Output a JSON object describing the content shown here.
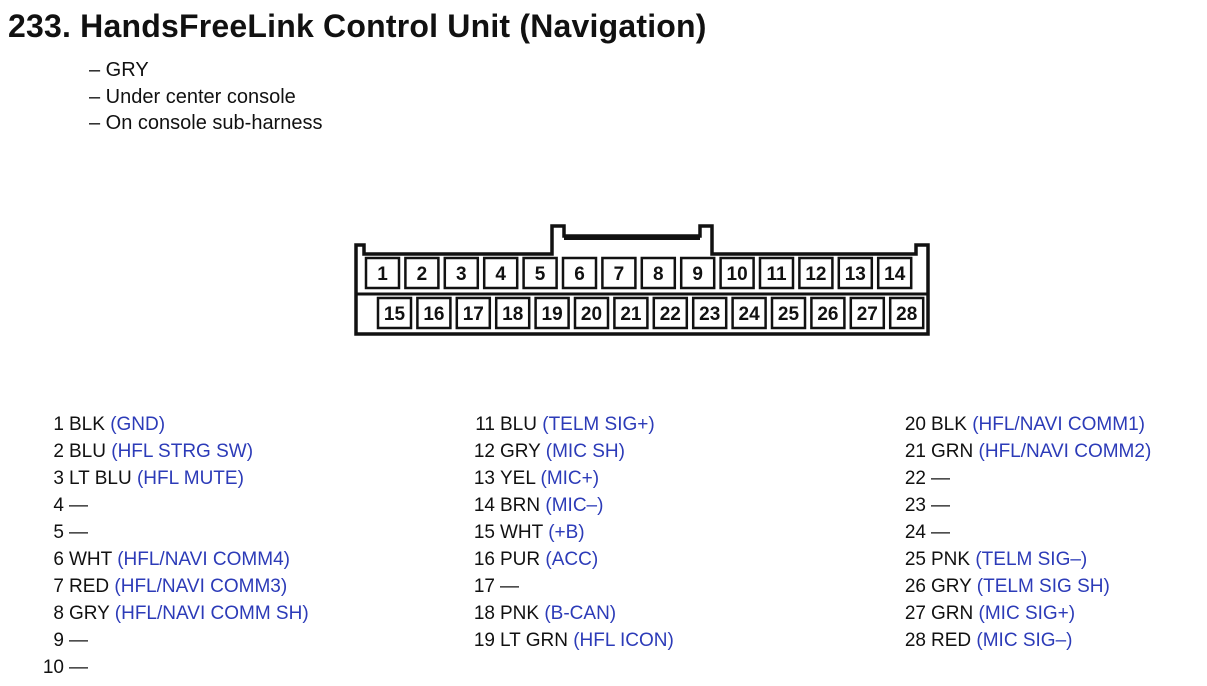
{
  "title": "233. HandsFreeLink Control Unit (Navigation)",
  "notes": [
    "– GRY",
    "– Under center console",
    "– On console sub-harness"
  ],
  "connector": {
    "top_row": [
      "1",
      "2",
      "3",
      "4",
      "5",
      "6",
      "7",
      "8",
      "9",
      "10",
      "11",
      "12",
      "13",
      "14"
    ],
    "bottom_row": [
      "15",
      "16",
      "17",
      "18",
      "19",
      "20",
      "21",
      "22",
      "23",
      "24",
      "25",
      "26",
      "27",
      "28"
    ]
  },
  "pins": [
    [
      {
        "num": "1",
        "color": "BLK",
        "signal": "(GND)"
      },
      {
        "num": "2",
        "color": "BLU",
        "signal": "(HFL STRG SW)"
      },
      {
        "num": "3",
        "color": "LT BLU",
        "signal": "(HFL MUTE)"
      },
      {
        "num": "4",
        "color": "—",
        "signal": ""
      },
      {
        "num": "5",
        "color": "—",
        "signal": ""
      },
      {
        "num": "6",
        "color": "WHT",
        "signal": "(HFL/NAVI COMM4)"
      },
      {
        "num": "7",
        "color": "RED",
        "signal": "(HFL/NAVI COMM3)"
      },
      {
        "num": "8",
        "color": "GRY",
        "signal": "(HFL/NAVI COMM SH)"
      },
      {
        "num": "9",
        "color": "—",
        "signal": ""
      },
      {
        "num": "10",
        "color": "—",
        "signal": ""
      }
    ],
    [
      {
        "num": "11",
        "color": "BLU",
        "signal": "(TELM SIG+)"
      },
      {
        "num": "12",
        "color": "GRY",
        "signal": "(MIC SH)"
      },
      {
        "num": "13",
        "color": "YEL",
        "signal": "(MIC+)"
      },
      {
        "num": "14",
        "color": "BRN",
        "signal": "(MIC–)"
      },
      {
        "num": "15",
        "color": "WHT",
        "signal": "(+B)"
      },
      {
        "num": "16",
        "color": "PUR",
        "signal": "(ACC)"
      },
      {
        "num": "17",
        "color": "—",
        "signal": ""
      },
      {
        "num": "18",
        "color": "PNK",
        "signal": "(B-CAN)"
      },
      {
        "num": "19",
        "color": "LT GRN",
        "signal": "(HFL ICON)"
      }
    ],
    [
      {
        "num": "20",
        "color": "BLK",
        "signal": "(HFL/NAVI COMM1)"
      },
      {
        "num": "21",
        "color": "GRN",
        "signal": "(HFL/NAVI COMM2)"
      },
      {
        "num": "22",
        "color": "—",
        "signal": ""
      },
      {
        "num": "23",
        "color": "—",
        "signal": ""
      },
      {
        "num": "24",
        "color": "—",
        "signal": ""
      },
      {
        "num": "25",
        "color": "PNK",
        "signal": "(TELM SIG–)"
      },
      {
        "num": "26",
        "color": "GRY",
        "signal": "(TELM SIG SH)"
      },
      {
        "num": "27",
        "color": "GRN",
        "signal": "(MIC SIG+)"
      },
      {
        "num": "28",
        "color": "RED",
        "signal": "(MIC SIG–)"
      }
    ]
  ],
  "colors": {
    "signal_text": "#2c3bb8",
    "line": "#111111"
  }
}
